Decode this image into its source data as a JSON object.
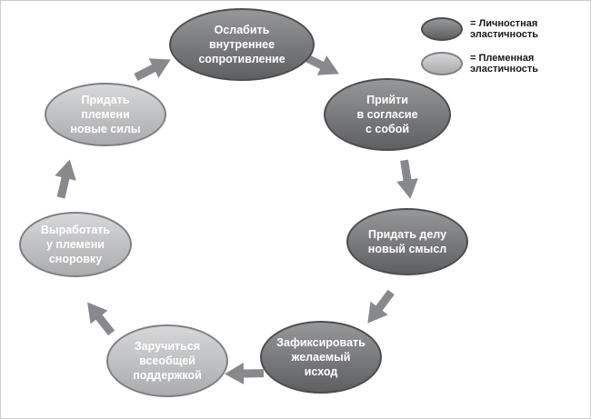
{
  "diagram_title": "",
  "colors": {
    "personal_fill": "#6e6f72",
    "tribal_fill": "#c7c8ca",
    "arrow": "#87898c"
  },
  "legend": {
    "items": [
      {
        "label": "= Личностная эластичность",
        "type": "personal"
      },
      {
        "label": "= Племенная эластичность",
        "type": "tribal"
      }
    ]
  },
  "nodes": [
    {
      "label": "Ослабить\nвнутреннее\nсопротивление",
      "type": "personal"
    },
    {
      "label": "Прийти\nв согласие\nс собой",
      "type": "personal"
    },
    {
      "label": "Придать делу\nновый смысл",
      "type": "personal"
    },
    {
      "label": "Зафиксировать\nжелаемый\nисход",
      "type": "personal"
    },
    {
      "label": "Заручиться\nвсеобщей\nподдержкой",
      "type": "tribal"
    },
    {
      "label": "Выработать\nу племени\nсноровку",
      "type": "tribal"
    },
    {
      "label": "Придать\nплемени\nновые силы",
      "type": "tribal"
    }
  ]
}
